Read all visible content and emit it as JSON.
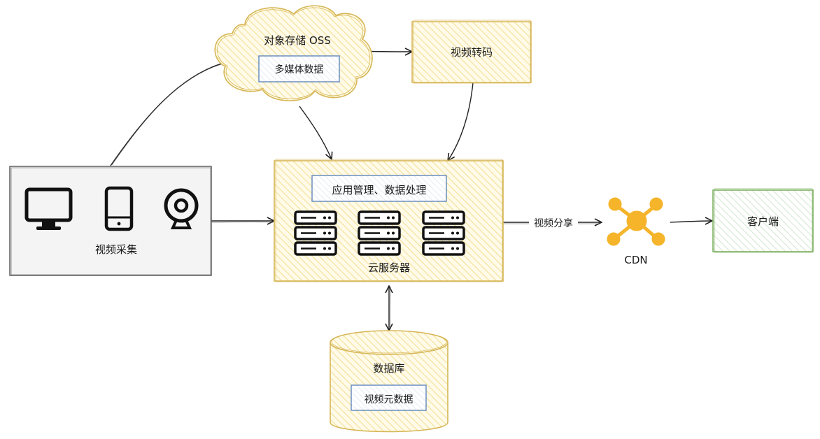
{
  "capture": {
    "label": "视频采集",
    "icons": [
      "monitor-icon",
      "tablet-icon",
      "webcam-icon"
    ]
  },
  "oss": {
    "title": "对象存储 OSS",
    "inner_label": "多媒体数据"
  },
  "transcode": {
    "label": "视频转码"
  },
  "server": {
    "inner_label": "应用管理、数据处理",
    "label": "云服务器",
    "icons": [
      "server-rack-icon",
      "server-rack-icon",
      "server-rack-icon"
    ]
  },
  "database": {
    "title": "数据库",
    "inner_label": "视频元数据"
  },
  "share_edge": {
    "label": "视频分享"
  },
  "cdn": {
    "label": "CDN",
    "icon": "cdn-network-icon"
  },
  "client": {
    "label": "客户端"
  },
  "colors": {
    "yellow_stroke": "#d6b656",
    "yellow_fill": "#fff2cc",
    "blue_stroke": "#6c8ebf",
    "blue_fill": "#eef3fb",
    "green_stroke": "#82b366",
    "green_fill": "#d5e8d4",
    "gray_stroke": "#555555",
    "cdn_orange": "#f5b42a"
  }
}
